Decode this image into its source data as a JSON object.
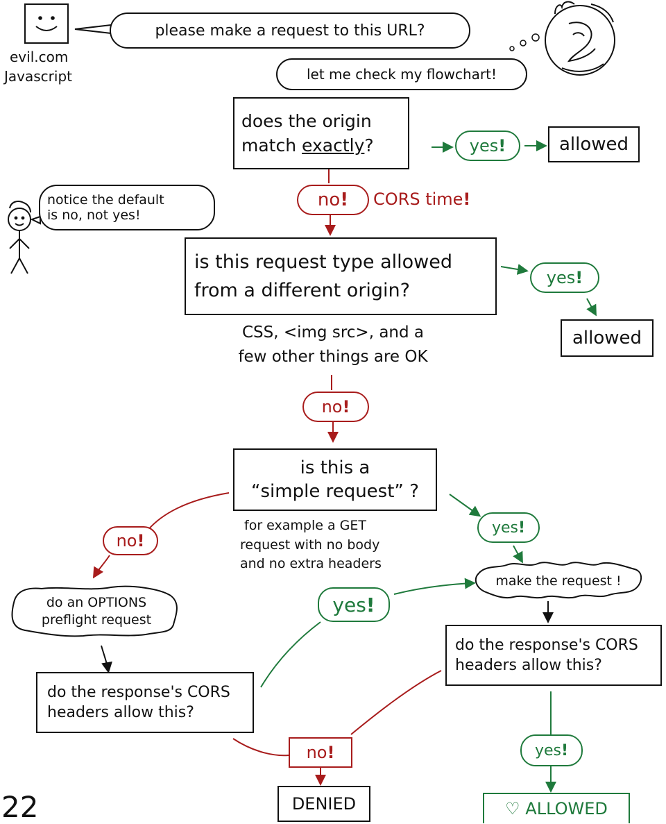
{
  "actors": {
    "script_line1": "evil.com",
    "script_line2": "Javascript"
  },
  "bubbles": {
    "request": "please make a request to this URL?",
    "flowchart": "let me check my flowchart!",
    "notice_line1": "notice the default",
    "notice_line2": "is no, not yes!",
    "options_line1": "do an OPTIONS",
    "options_line2": "preflight request",
    "make_request": "make the request !"
  },
  "nodes": {
    "origin_line1": "does the origin",
    "origin_line2_pre": "match ",
    "origin_line2_under": "exactly",
    "origin_line2_post": "?",
    "allowed_1": "allowed",
    "type_line1": "is this request type allowed",
    "type_line2": "from a different origin?",
    "allowed_2": "allowed",
    "simple_line1": "is this a",
    "simple_line2": "“simple request” ?",
    "cors_left_line1": "do the response's CORS",
    "cors_left_line2": "headers allow this?",
    "cors_right_line1": "do the response's CORS",
    "cors_right_line2": "headers allow this?",
    "denied": "DENIED",
    "allowed_final": "♡ ALLOWED"
  },
  "labels": {
    "yes_1": "yes",
    "no_1": "no",
    "cors_time": "CORS time",
    "yes_2": "yes",
    "ok_line1": "CSS, <img src>, and a",
    "ok_line2": "few other things are OK",
    "no_2": "no",
    "simple_ex_line1": "for example a GET",
    "simple_ex_line2": "request with no body",
    "simple_ex_line3": "and no extra headers",
    "no_3": "no",
    "yes_3": "yes",
    "yes_4": "yes",
    "no_4": "no",
    "yes_5": "yes",
    "page_corner": "22",
    "bang": "!"
  },
  "colors": {
    "green": "#1f7a3c",
    "red": "#a81c1c",
    "ink": "#111111"
  }
}
